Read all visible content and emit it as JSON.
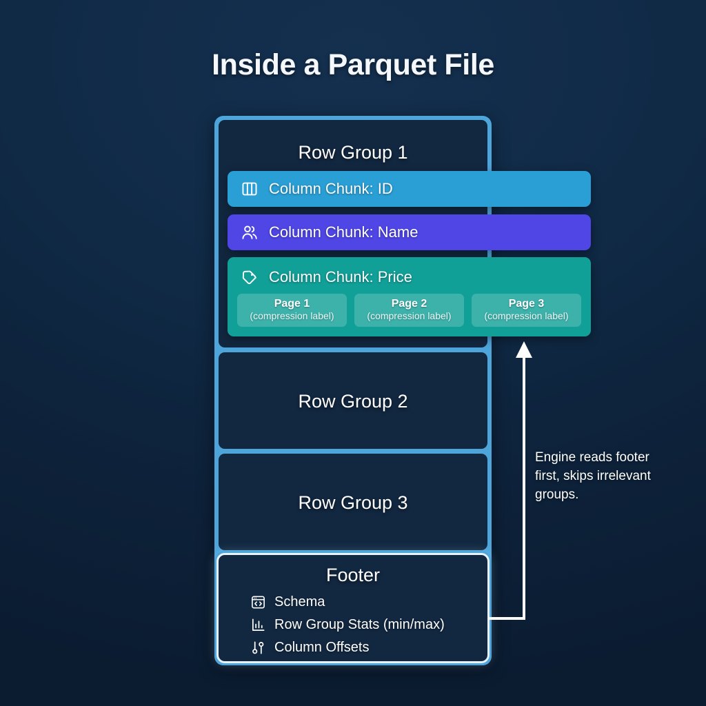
{
  "title": "Inside a Parquet File",
  "colors": {
    "background": "#0e2340",
    "container_frame": "#4ea5da",
    "panel_fill": "#122841",
    "chunk_id": "#2a9fd6",
    "chunk_name": "#4f46e5",
    "chunk_price": "#11a098",
    "footer_ring": "#e8f4fd",
    "text": "#ffffff"
  },
  "row_groups": [
    {
      "label": "Row Group 1"
    },
    {
      "label": "Row Group 2"
    },
    {
      "label": "Row Group 3"
    }
  ],
  "column_chunks": [
    {
      "label": "Column Chunk: ID",
      "icon": "columns-icon"
    },
    {
      "label": "Column Chunk: Name",
      "icon": "users-icon"
    },
    {
      "label": "Column Chunk: Price",
      "icon": "tag-icon"
    }
  ],
  "pages": [
    {
      "title": "Page 1",
      "subtitle": "(compression label)"
    },
    {
      "title": "Page 2",
      "subtitle": "(compression label)"
    },
    {
      "title": "Page 3",
      "subtitle": "(compression label)"
    }
  ],
  "footer": {
    "title": "Footer",
    "items": [
      {
        "label": "Schema",
        "icon": "code-window-icon"
      },
      {
        "label": "Row Group Stats (min/max)",
        "icon": "bar-chart-icon"
      },
      {
        "label": "Column Offsets",
        "icon": "sliders-icon"
      }
    ]
  },
  "annotation": {
    "text": "Engine reads footer first, skips irrelevant groups.",
    "arrow": "up-arrow-from-footer"
  }
}
